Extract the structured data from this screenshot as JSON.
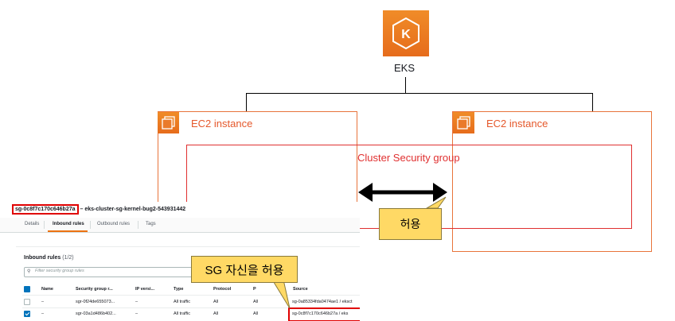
{
  "eks": {
    "label": "EKS",
    "icon": "eks-k-icon"
  },
  "nodes": [
    {
      "label": "EC2 instance",
      "icon": "ec2-instances-icon"
    },
    {
      "label": "EC2 instance",
      "icon": "ec2-instances-icon"
    }
  ],
  "cluster_sg": {
    "label": "Cluster Security group"
  },
  "arrow_callout": {
    "text": "허용"
  },
  "console_callout": {
    "text": "SG 자신을 허용"
  },
  "console": {
    "sg_id": "sg-0c8f7c170c646b27a",
    "sg_name": "eks-cluster-sg-kernel-bug2-543931442",
    "tabs": [
      "Details",
      "Inbound rules",
      "Outbound rules",
      "Tags"
    ],
    "active_tab": "Inbound rules",
    "rules_title": "Inbound rules",
    "rules_count": "(1/2)",
    "filter_placeholder": "Filter security group rules",
    "columns": [
      "Name",
      "Security group r...",
      "IP versi...",
      "Type",
      "Protocol",
      "P",
      "Source"
    ],
    "rows": [
      {
        "checked": false,
        "name": "–",
        "rule_id": "sgr-0f24de655073...",
        "ip_version": "–",
        "type": "All traffic",
        "protocol": "All",
        "port": "All",
        "source": "sg-0a85334fda0474ae1 / eksct"
      },
      {
        "checked": true,
        "name": "–",
        "rule_id": "sgr-03a1d486b402...",
        "ip_version": "–",
        "type": "All traffic",
        "protocol": "All",
        "port": "All",
        "source": "sg-0c8f7c170c646b27a / eks"
      }
    ]
  },
  "colors": {
    "aws_orange": "#e8743b",
    "cluster_sg_red": "#e03030",
    "callout_yellow": "#ffd965",
    "highlight_red": "#e00000"
  }
}
